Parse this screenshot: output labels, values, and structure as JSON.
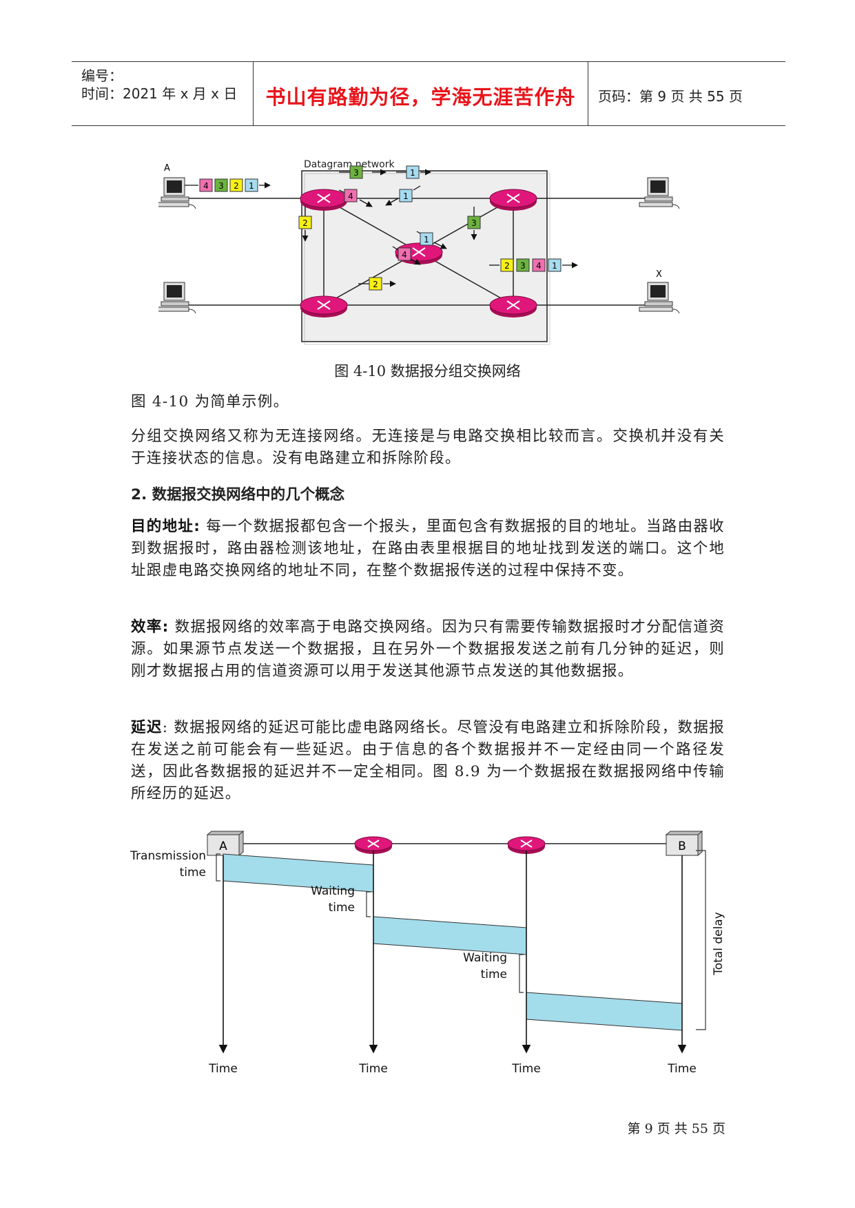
{
  "header": {
    "number_label": "编号：",
    "time_label": "时间：2021 年 x 月 x 日",
    "motto": "书山有路勤为径，学海无涯苦作舟",
    "page_label": "页码：第 9 页  共 55 页"
  },
  "figure1": {
    "title": "Datagram network",
    "host_a": "A",
    "host_x": "X",
    "packet_labels": [
      "4",
      "3",
      "2",
      "1"
    ],
    "arrive_labels": [
      "2",
      "3",
      "4",
      "1"
    ],
    "caption": "图 4-10  数据报分组交换网络"
  },
  "paragraphs": {
    "p1": "图 4-10 为简单示例。",
    "p2": "分组交换网络又称为无连接网络。无连接是与电路交换相比较而言。交换机并没有关于连接状态的信息。没有电路建立和拆除阶段。",
    "section_title": "2.  数据报交换网络中的几个概念",
    "p3_term": "目的地址:",
    "p3": " 每一个数据报都包含一个报头，里面包含有数据报的目的地址。当路由器收到数据报时，路由器检测该地址，在路由表里根据目的地址找到发送的端口。这个地址跟虚电路交换网络的地址不同，在整个数据报传送的过程中保持不变。",
    "p4_term": "效率:",
    "p4": " 数据报网络的效率高于电路交换网络。因为只有需要传输数据报时才分配信道资源。如果源节点发送一个数据报，且在另外一个数据报发送之前有几分钟的延迟，则刚才数据报占用的信道资源可以用于发送其他源节点发送的其他数据报。",
    "p5_term": "延迟",
    "p5": ": 数据报网络的延迟可能比虚电路网络长。尽管没有电路建立和拆除阶段，数据报在发送之前可能会有一些延迟。由于信息的各个数据报并不一定经由同一个路径发送，因此各数据报的延迟并不一定全相同。图 8.9 为一个数据报在数据报网络中传输所经历的延迟。"
  },
  "figure2": {
    "node_a": "A",
    "node_b": "B",
    "transmission_1": "Transmission",
    "transmission_2": "time",
    "waiting_1": "Waiting",
    "waiting_2": "time",
    "total_delay": "Total delay",
    "time_label": "Time"
  },
  "footer": "第 9 页 共 55 页",
  "colors": {
    "motto": "#e8141b",
    "router": "#e0177a",
    "packet_pink": "#f06fb0",
    "packet_green": "#6cb33f",
    "packet_yellow": "#f7f016",
    "packet_blue": "#a7dbef",
    "delay_band": "#a3dceb"
  }
}
